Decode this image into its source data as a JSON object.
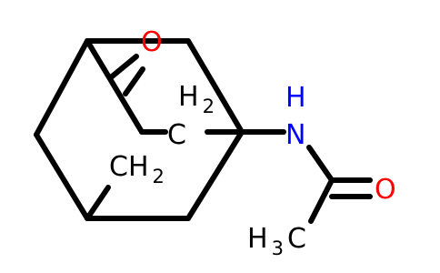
{
  "molecule": {
    "atoms": {
      "o_ketone": {
        "main": "O",
        "sub": ""
      },
      "ch2_upper": {
        "main": "C",
        "sub": "H",
        "sub2": "2",
        "order": "h-first"
      },
      "ch2_lower": {
        "main": "CH",
        "sub": "2"
      },
      "n_amide": {
        "main": "N",
        "sub": "H"
      },
      "o_amide": {
        "main": "O",
        "sub": ""
      },
      "ch3": {
        "main": "H",
        "sub": "3",
        "tail": "C"
      }
    },
    "colors": {
      "bond": "#000000",
      "carbon_label": "#000000",
      "oxygen": "#ff0000",
      "nitrogen": "#0000ff"
    }
  }
}
